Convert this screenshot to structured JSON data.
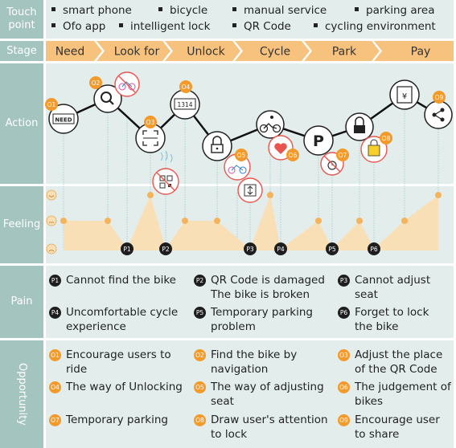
{
  "rows": {
    "touchpoint": "Touch point",
    "stage": "Stage",
    "action": "Action",
    "feeling": "Feeling",
    "pain": "Pain",
    "opportunity": "Opportunity"
  },
  "touchpoints": [
    "smart phone",
    "bicycle",
    "manual service",
    "parking area",
    "Ofo app",
    "intelligent lock",
    "QR Code",
    "cycling environment"
  ],
  "stages": [
    "Need",
    "Look for",
    "Unlock",
    "Cycle",
    "Park",
    "Pay"
  ],
  "action": {
    "need_label": "NEED",
    "code_label": "1314",
    "park_label": "P",
    "pay_label": "¥",
    "badges": [
      "O1",
      "O2",
      "O3",
      "O4",
      "O5",
      "O6",
      "O7",
      "O8",
      "O9"
    ]
  },
  "feeling": {
    "points": [
      "P1",
      "P2",
      "P3",
      "P4",
      "P5",
      "P6"
    ]
  },
  "pain": [
    {
      "id": "P1",
      "text": "Cannot find the bike"
    },
    {
      "id": "P2",
      "text": "QR Code is damaged The bike is broken"
    },
    {
      "id": "P3",
      "text": "Cannot adjust seat"
    },
    {
      "id": "P4",
      "text": "Uncomfortable cycle experience"
    },
    {
      "id": "P5",
      "text": "Temporary parking problem"
    },
    {
      "id": "P6",
      "text": "Forget to lock the bike"
    }
  ],
  "opportunity": [
    {
      "id": "O1",
      "text": "Encourage users to ride"
    },
    {
      "id": "O2",
      "text": "Find the bike by navigation"
    },
    {
      "id": "O3",
      "text": "Adjust the place of the QR Code"
    },
    {
      "id": "O4",
      "text": "The way of Unlocking"
    },
    {
      "id": "O5",
      "text": "The way of adjusting seat"
    },
    {
      "id": "O6",
      "text": "The judgement of bikes"
    },
    {
      "id": "O7",
      "text": "Temporary parking"
    },
    {
      "id": "O8",
      "text": "Draw user's attention to lock"
    },
    {
      "id": "O9",
      "text": "Encourage user to share"
    }
  ],
  "colors": {
    "side": "#a4c4bf",
    "band": "#e3edec",
    "stage": "#f7c27e",
    "feel": "#f9dfb5",
    "dot": "#f5b35c",
    "red": "#e8554e",
    "orange": "#f39a2a"
  }
}
